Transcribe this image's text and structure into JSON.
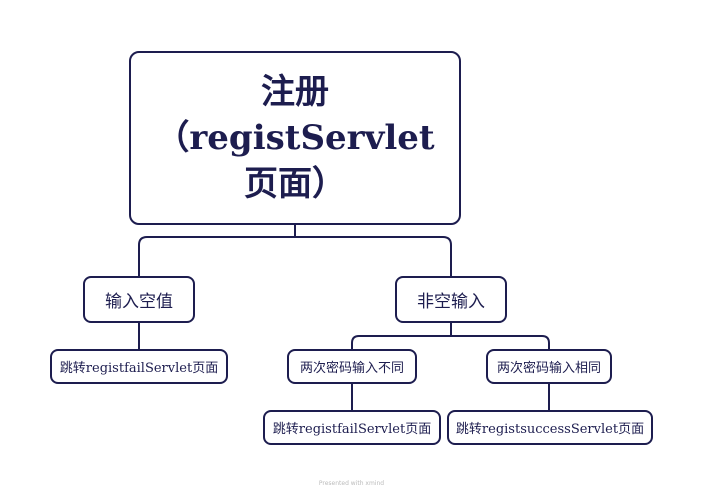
{
  "root": {
    "line1": "注册",
    "line2": "（registServlet",
    "line3": "页面）"
  },
  "nodes": {
    "empty_input": "输入空值",
    "non_empty_input": "非空输入",
    "jump_fail_a": "跳转registfailServlet页面",
    "passwords_differ": "两次密码输入不同",
    "passwords_same": "两次密码输入相同",
    "jump_fail_b": "跳转registfailServlet页面",
    "jump_success": "跳转registsuccessServlet页面"
  },
  "footer": "Presented with xmind",
  "colors": {
    "stroke": "#1d1d4f",
    "text": "#1d1d4f",
    "background": "#ffffff"
  }
}
